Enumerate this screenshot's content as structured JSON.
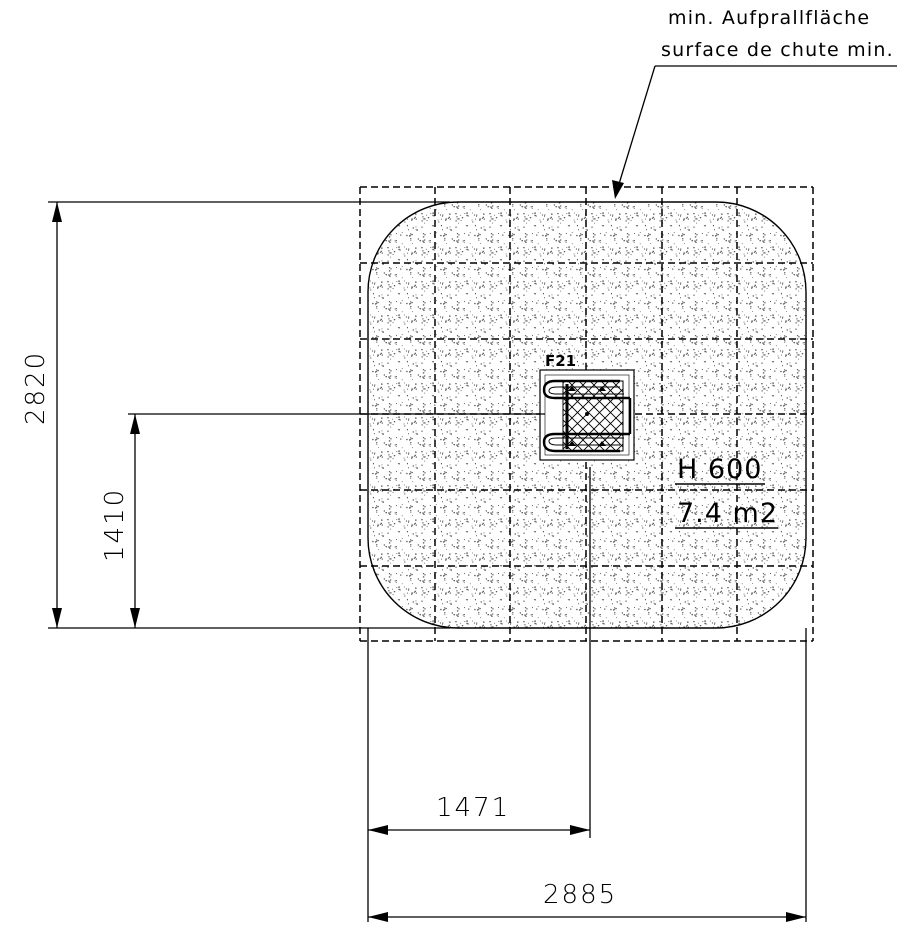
{
  "annotation": {
    "line1": "min. Aufprallfläche",
    "line2": "surface de chute min."
  },
  "dimensions": {
    "total_height": "2820",
    "half_height": "1410",
    "half_width": "1471",
    "total_width": "2885"
  },
  "equipment": {
    "label": "F21",
    "height_text": "H 600",
    "area_text": "7.4 m2"
  },
  "colors": {
    "line": "#000000",
    "background": "#ffffff",
    "stipple": "#5a5a5a"
  }
}
